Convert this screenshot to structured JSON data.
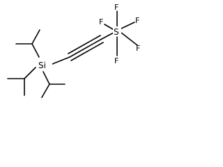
{
  "molecule": {
    "atoms": {
      "si": "Si",
      "s": "S",
      "f1": "F",
      "f2": "F",
      "f3": "F",
      "f4": "F",
      "f5": "F"
    }
  },
  "colors": {
    "bond": "#000000",
    "background": "#ffffff"
  }
}
